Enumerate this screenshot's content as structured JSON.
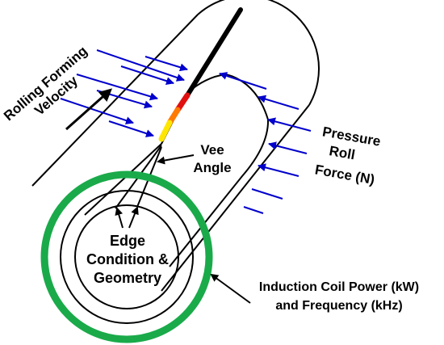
{
  "colors": {
    "outline": "#000000",
    "force_arrows": "#0000cc",
    "coil": "#1aaa4a",
    "weld_line": "#000000",
    "hot_zone_red": "#e01010",
    "hot_zone_orange": "#ff7a00",
    "hot_zone_yellow": "#ffe600"
  },
  "labels": {
    "rolling_line1": "Rolling Forming",
    "rolling_line2": "Velocity",
    "pressure_line1": "Pressure",
    "pressure_line2": "Roll",
    "pressure_line3": "Force (N)",
    "vee_line1": "Vee",
    "vee_line2": "Angle",
    "edge_line1": "Edge",
    "edge_line2": "Condition &",
    "edge_line3": "Geometry",
    "coil_line1": "Induction Coil Power (kW)",
    "coil_line2": "and Frequency (kHz)"
  },
  "icons": {
    "velocity_arrow": "arrow-icon",
    "force_arrows": "arrow-icon",
    "callout_arrows": "arrow-icon"
  }
}
